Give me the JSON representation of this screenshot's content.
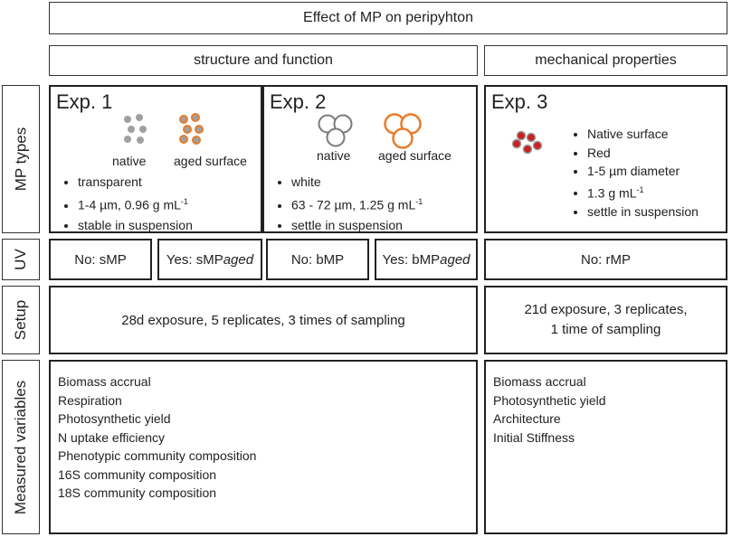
{
  "title": "Effect of MP on peripyhton",
  "headers": {
    "structure": "structure and function",
    "mechanical": "mechanical properties"
  },
  "row_labels": {
    "mp_types": "MP types",
    "uv": "UV",
    "setup": "Setup",
    "measured": "Measured variables"
  },
  "exp1": {
    "label": "Exp. 1",
    "native": "native",
    "aged": "aged surface",
    "bullets": [
      "transparent",
      "1-4 µm, 0.96 g mL",
      "stable in suspension"
    ],
    "superscript": "-1"
  },
  "exp2": {
    "label": "Exp. 2",
    "native": "native",
    "aged": "aged surface",
    "bullets": [
      "white",
      "63 - 72 µm, 1.25 g mL",
      "settle in suspension"
    ],
    "superscript": "-1"
  },
  "exp3": {
    "label": "Exp. 3",
    "bullets": [
      "Native surface",
      "Red",
      "1-5 µm diameter",
      "1.3 g mL",
      "settle in suspension"
    ],
    "superscript": "-1"
  },
  "uv": {
    "smp": "No: sMP",
    "smp_aged_prefix": "Yes: sMP",
    "smp_aged_suffix": "aged",
    "bmp": "No: bMP",
    "bmp_aged_prefix": "Yes: bMP",
    "bmp_aged_suffix": "aged",
    "rmp": "No: rMP"
  },
  "setup": {
    "left": "28d exposure, 5 replicates, 3 times of sampling",
    "right_line1": "21d exposure, 3 replicates,",
    "right_line2": "1 time of sampling"
  },
  "measured": {
    "left": [
      "Biomass accrual",
      "Respiration",
      "Photosynthetic yield",
      "N uptake efficiency",
      "Phenotypic community composition",
      "16S community composition",
      "18S community composition"
    ],
    "right": [
      "Biomass accrual",
      "Photosynthetic yield",
      "Architecture",
      "Initial Stiffness"
    ]
  },
  "colors": {
    "orange": "#e87c2a",
    "grey": "#a0a0a0",
    "red": "#cc1f1f",
    "border": "#222222"
  }
}
